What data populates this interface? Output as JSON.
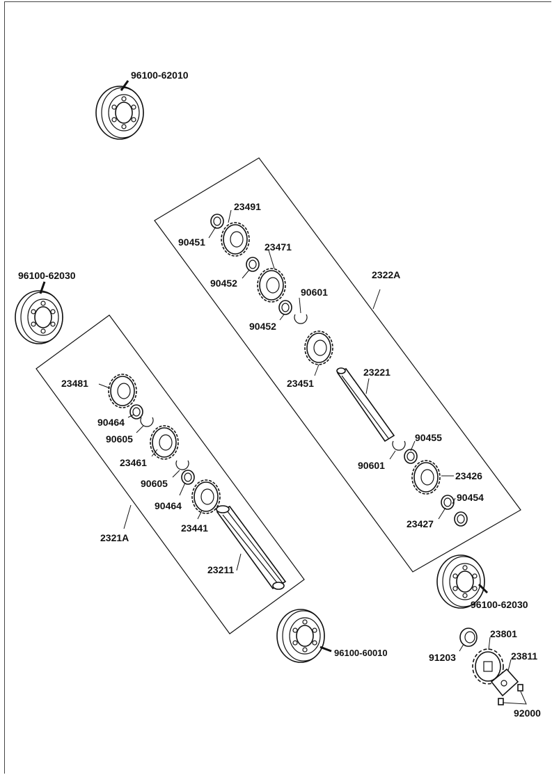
{
  "labels": {
    "b_top": "96100-62010",
    "b_left": "96100-62030",
    "b_right": "96100-62030",
    "b_bottom": "96100-60010",
    "group_output": "2322A",
    "group_input": "2321A",
    "p23491": "23491",
    "p90451": "90451",
    "p23471": "23471",
    "p90452a": "90452",
    "p90601a": "90601",
    "p90452b": "90452",
    "p23451": "23451",
    "p23221": "23221",
    "p90455": "90455",
    "p90601b": "90601",
    "p23426": "23426",
    "p90454": "90454",
    "p23427": "23427",
    "p23481": "23481",
    "p90464a": "90464",
    "p90605a": "90605",
    "p23461": "23461",
    "p90605b": "90605",
    "p90464b": "90464",
    "p23441": "23441",
    "p23211": "23211",
    "p23801": "23801",
    "p91203": "91203",
    "p23811": "23811",
    "p92000": "92000"
  }
}
